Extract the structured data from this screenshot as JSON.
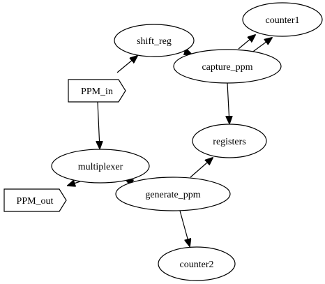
{
  "diagram": {
    "nodes": {
      "counter1": {
        "label": "counter1",
        "shape": "ellipse"
      },
      "shift_reg": {
        "label": "shift_reg",
        "shape": "ellipse"
      },
      "capture_ppm": {
        "label": "capture_ppm",
        "shape": "ellipse"
      },
      "ppm_in": {
        "label": "PPM_in",
        "shape": "port"
      },
      "registers": {
        "label": "registers",
        "shape": "ellipse"
      },
      "multiplexer": {
        "label": "multiplexer",
        "shape": "ellipse"
      },
      "generate_ppm": {
        "label": "generate_ppm",
        "shape": "ellipse"
      },
      "ppm_out": {
        "label": "PPM_out",
        "shape": "port"
      },
      "counter2": {
        "label": "counter2",
        "shape": "ellipse"
      }
    },
    "edges": [
      {
        "from": "ppm_in",
        "to": "shift_reg"
      },
      {
        "from": "ppm_in",
        "to": "multiplexer"
      },
      {
        "from": "shift_reg",
        "to": "capture_ppm",
        "bidirectional": true
      },
      {
        "from": "capture_ppm",
        "to": "counter1"
      },
      {
        "from": "capture_ppm",
        "to": "counter1"
      },
      {
        "from": "capture_ppm",
        "to": "registers"
      },
      {
        "from": "generate_ppm",
        "to": "registers"
      },
      {
        "from": "generate_ppm",
        "to": "multiplexer",
        "bidirectional": true
      },
      {
        "from": "generate_ppm",
        "to": "counter2"
      }
    ],
    "colors": {
      "stroke": "#000000",
      "fill": "#ffffff",
      "background": "#ffffff"
    }
  }
}
